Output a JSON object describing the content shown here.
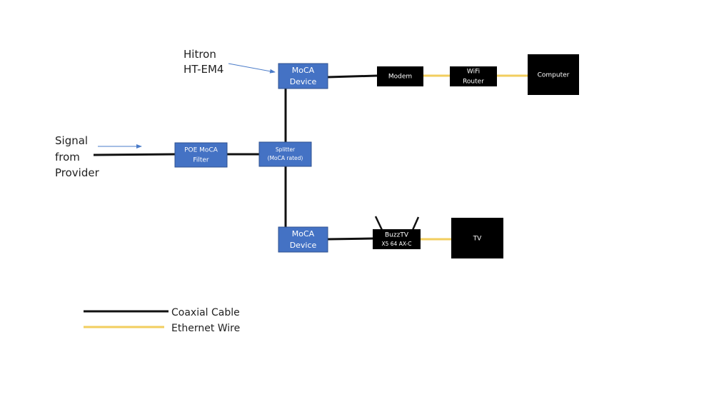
{
  "colors": {
    "coax": "#111111",
    "ethernet": "#F2CE5E",
    "moca_fill": "#4472C4",
    "moca_border": "#2F528F",
    "device_fill": "#000000",
    "arrow": "#4A7BC8",
    "light_text": "#ffffff",
    "dark_label": "#222222"
  },
  "annotations": {
    "hitron": [
      "Hitron",
      "HT-EM4"
    ],
    "signal": [
      "Signal",
      "from",
      "Provider"
    ]
  },
  "nodes": {
    "poe_filter": [
      "POE MoCA",
      "Filter"
    ],
    "splitter": [
      "Splitter",
      "(MoCA rated)"
    ],
    "moca_top": [
      "MoCA",
      "Device"
    ],
    "moca_bottom": [
      "MoCA",
      "Device"
    ],
    "modem": [
      "Modem"
    ],
    "wifi_router": [
      "WiFi",
      "Router"
    ],
    "computer": [
      "Computer"
    ],
    "buzztv": [
      "BuzzTV",
      "X5 64 AX-C"
    ],
    "tv": [
      "TV"
    ]
  },
  "legend": {
    "items": [
      {
        "label": "Coaxial Cable",
        "type": "coax"
      },
      {
        "label": "Ethernet Wire",
        "type": "ethernet"
      }
    ]
  }
}
